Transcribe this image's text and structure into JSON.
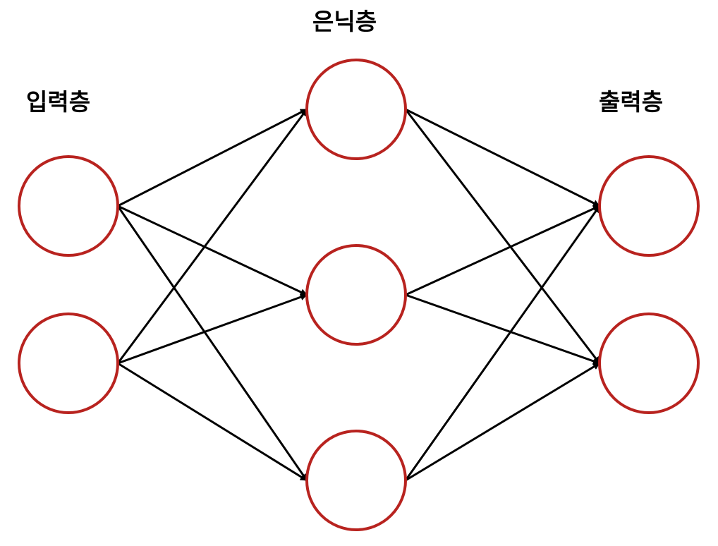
{
  "layers": {
    "input": {
      "label": "입력층",
      "node_count": 2
    },
    "hidden": {
      "label": "은닉층",
      "node_count": 3
    },
    "output": {
      "label": "출력층",
      "node_count": 2
    }
  },
  "connections": "fully-connected",
  "colors": {
    "node_stroke": "#b8231f",
    "edge": "#000000",
    "background": "#ffffff"
  }
}
